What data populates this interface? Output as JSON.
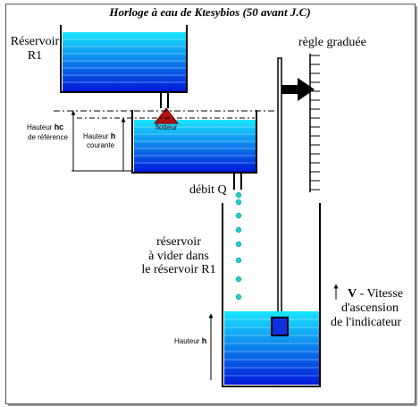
{
  "title": "Horloge à eau de Ktesybios (50 avant J.C)",
  "labels": {
    "reservoir_r1_line1": "Réservoir",
    "reservoir_r1_line2": "R1",
    "regle_graduee": "règle graduée",
    "flotteur": "flotteur",
    "hauteur_ref_line1_prefix": "Hauteur ",
    "hauteur_ref_line1_bold": "hc",
    "hauteur_ref_line2": "de référence",
    "hauteur_courante_line1_prefix": "Hauteur ",
    "hauteur_courante_line1_bold": "h",
    "hauteur_courante_line2": "courante",
    "debit": "débit Q",
    "reservoir_vider_line1": "réservoir",
    "reservoir_vider_line2": "à vider dans",
    "reservoir_vider_line3": "le réservoir R1",
    "vitesse_bold": "V",
    "vitesse_rest": " - Vitesse",
    "vitesse_line2": "d'ascension",
    "vitesse_line3": "de l'indicateur",
    "hauteur_h_prefix": "Hauteur ",
    "hauteur_h_bold": "h"
  },
  "colors": {
    "water_light": "#19e6ff",
    "water_dark": "#0018d8",
    "float": "#b01010",
    "drops": "#22cccc",
    "outline": "#000000"
  }
}
